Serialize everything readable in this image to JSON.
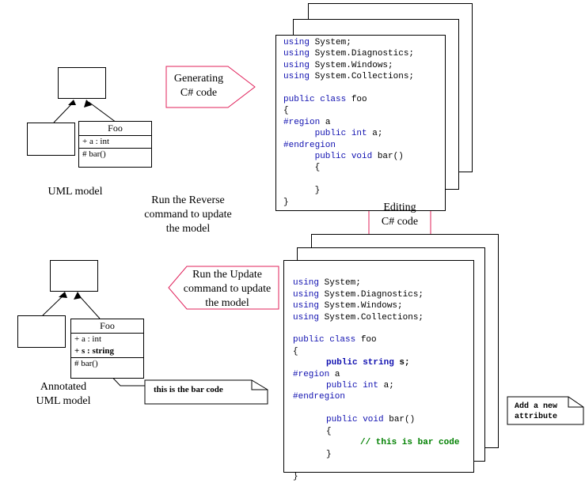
{
  "top_uml": {
    "class_name": "Foo",
    "attributes": [
      "+ a : int"
    ],
    "operations": [
      "# bar()"
    ],
    "caption": "UML model"
  },
  "generate_arrow": {
    "label_line1": "Generating",
    "label_line2": "C# code"
  },
  "reverse_caption": {
    "line1": "Run the Reverse",
    "line2": "command to update",
    "line3": "the model"
  },
  "top_code": {
    "lines": [
      {
        "kw": "using",
        "rest": " System;"
      },
      {
        "kw": "using",
        "rest": " System.Diagnostics;"
      },
      {
        "kw": "using",
        "rest": " System.Windows;"
      },
      {
        "kw": "using",
        "rest": " System.Collections;"
      },
      {
        "kw": "",
        "rest": ""
      },
      {
        "kw": "public class",
        "rest": " foo"
      },
      {
        "kw": "",
        "rest": "{"
      },
      {
        "kw": "#region",
        "rest": " a"
      },
      {
        "kw": "      public int",
        "rest": " a;"
      },
      {
        "kw": "#endregion",
        "rest": ""
      },
      {
        "kw": "      public void",
        "rest": " bar()"
      },
      {
        "kw": "",
        "rest": "      {"
      },
      {
        "kw": "",
        "rest": ""
      },
      {
        "kw": "",
        "rest": "      }"
      },
      {
        "kw": "",
        "rest": "}"
      }
    ]
  },
  "editing_arrow": {
    "label_line1": "Editing",
    "label_line2": "C# code"
  },
  "update_arrow": {
    "label_line1": "Run the Update",
    "label_line2": "command to update",
    "label_line3": "the model"
  },
  "bottom_uml": {
    "class_name": "Foo",
    "attributes": [
      "+ a : int",
      "+ s : string"
    ],
    "operations": [
      "# bar()"
    ],
    "caption_line1": "Annotated",
    "caption_line2": "UML model"
  },
  "bar_note": {
    "text": "this is the bar code"
  },
  "attr_note": {
    "line1": "Add a new",
    "line2": "attribute"
  },
  "bottom_code": {
    "l1_kw": "using",
    "l1": " System;",
    "l2_kw": "using",
    "l2": " System.Diagnostics;",
    "l3_kw": "using",
    "l3": " System.Windows;",
    "l4_kw": "using",
    "l4": " System.Collections;",
    "l5_kw": "public class",
    "l5": " foo",
    "l6": "{",
    "l7_kw": "public string",
    "l7": " s;",
    "l8_kw": "#region",
    "l8": " a",
    "l9_kw": "public int",
    "l9": " a;",
    "l10_kw": "#endregion",
    "l11_kw": "public void",
    "l11": " bar()",
    "l12": "{",
    "l13": "// this is bar code",
    "l14": "}",
    "l15": "}"
  },
  "colors": {
    "arrow_outline": "#e0205a",
    "keyword": "#1010b0",
    "comment": "#008000"
  }
}
